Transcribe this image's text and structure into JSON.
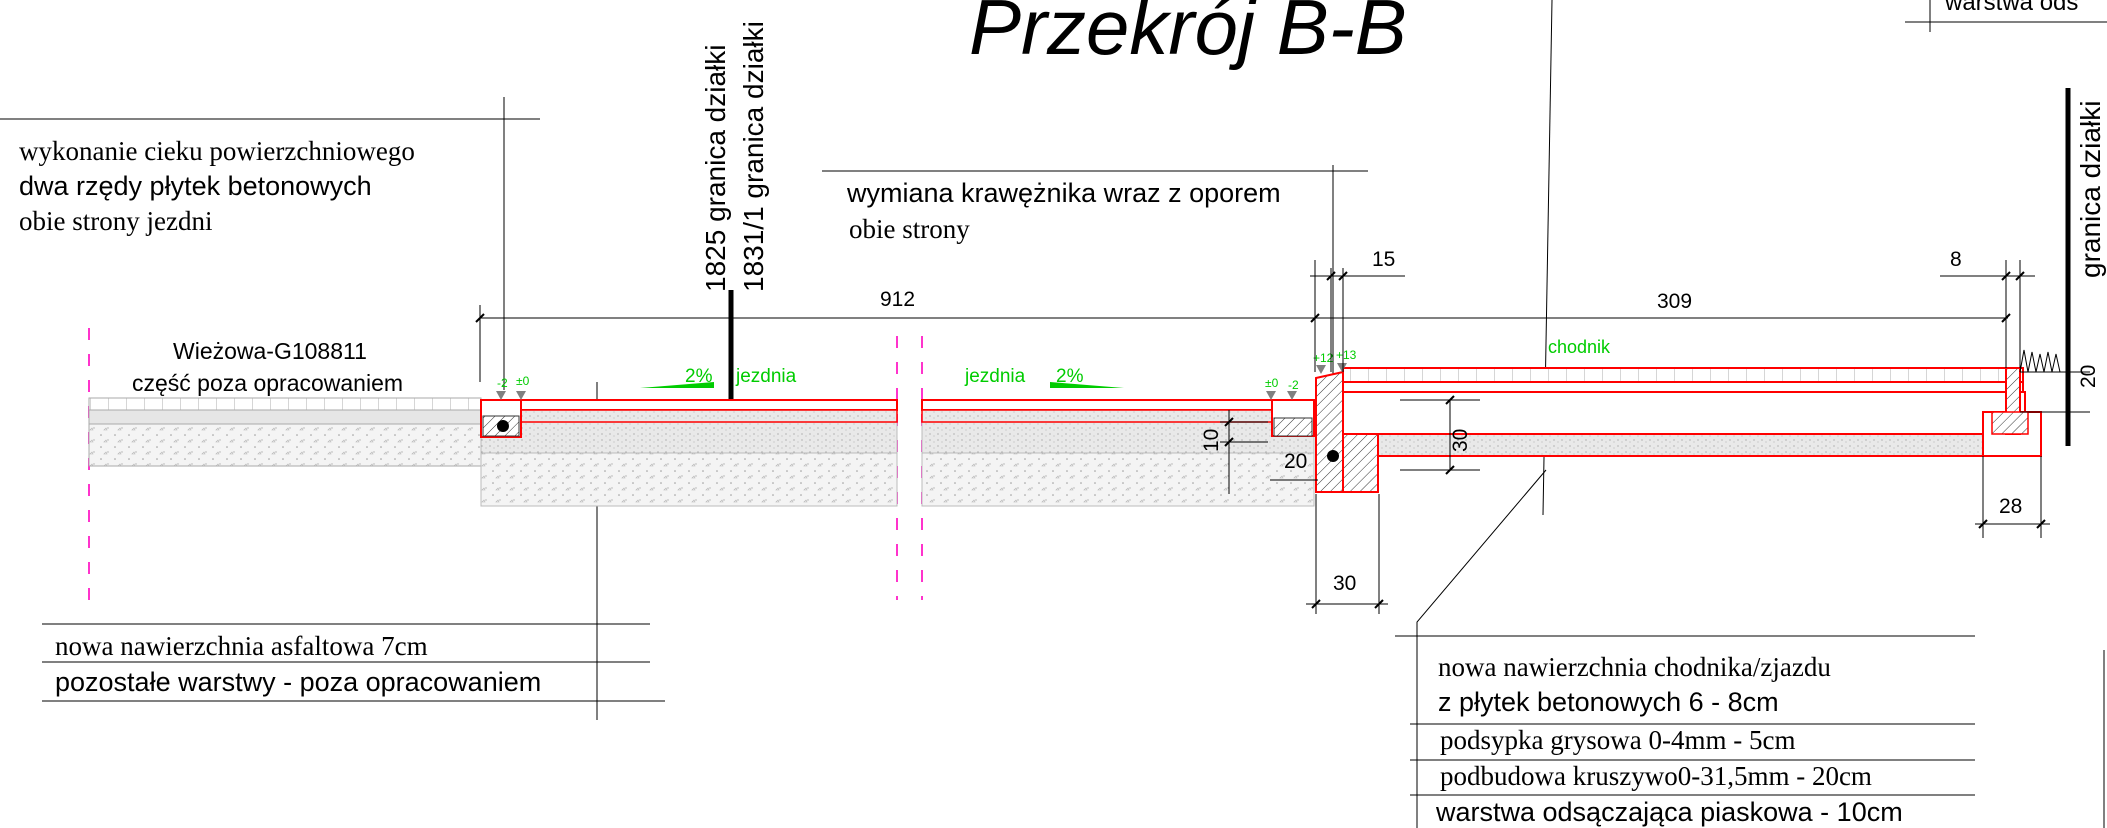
{
  "title": "Przekrój B-B",
  "labels": {
    "cut_top_right": "warstwa ods",
    "road_left_name": "Wieżowa-G108811",
    "road_left_note": "część poza opracowaniem",
    "lane_left": "jezdnia",
    "lane_right": "jezdnia",
    "slope_left": "2%",
    "slope_right": "2%",
    "sidewalk": "chodnik",
    "boundary_1825": "1825 granica działki",
    "boundary_1831": "1831/1 granica działki",
    "boundary_right": "granica działki"
  },
  "elevation_marks": {
    "left_1": "-2",
    "left_2": "±0",
    "right_1": "±0",
    "right_2": "-2",
    "curb_1": "+12",
    "curb_2": "+13"
  },
  "dimensions": {
    "road_width": "912",
    "curb_top": "15",
    "sidewalk_width": "309",
    "edge_top": "8",
    "edge_height": "20",
    "layer_30": "30",
    "layer_10": "10",
    "curb_20": "20",
    "bottom_30": "30",
    "edge_28": "28"
  },
  "callouts": {
    "left_top": [
      "wykonanie cieku powierzchniowego",
      "dwa rzędy płytek betonowych",
      "obie strony jezdni"
    ],
    "middle_top": [
      "wymiana krawężnika wraz z oporem",
      "obie strony"
    ],
    "left_bottom": [
      "nowa nawierzchnia asfaltowa 7cm",
      "pozostałe warstwy - poza opracowaniem"
    ],
    "right_bottom": [
      "nowa nawierzchnia chodnika/zjazdu",
      "z płytek betonowych 6 - 8cm",
      "podsypka grysowa 0-4mm - 5cm",
      "podbudowa kruszywo0-31,5mm - 20cm",
      "warstwa odsączająca piaskowa - 10cm"
    ]
  },
  "colors": {
    "line": "#000000",
    "red": "#ff0000",
    "green": "#00cc00",
    "magenta": "#ff33cc",
    "grey_marker": "#808080",
    "fill_grey": "#bfbfbf"
  }
}
